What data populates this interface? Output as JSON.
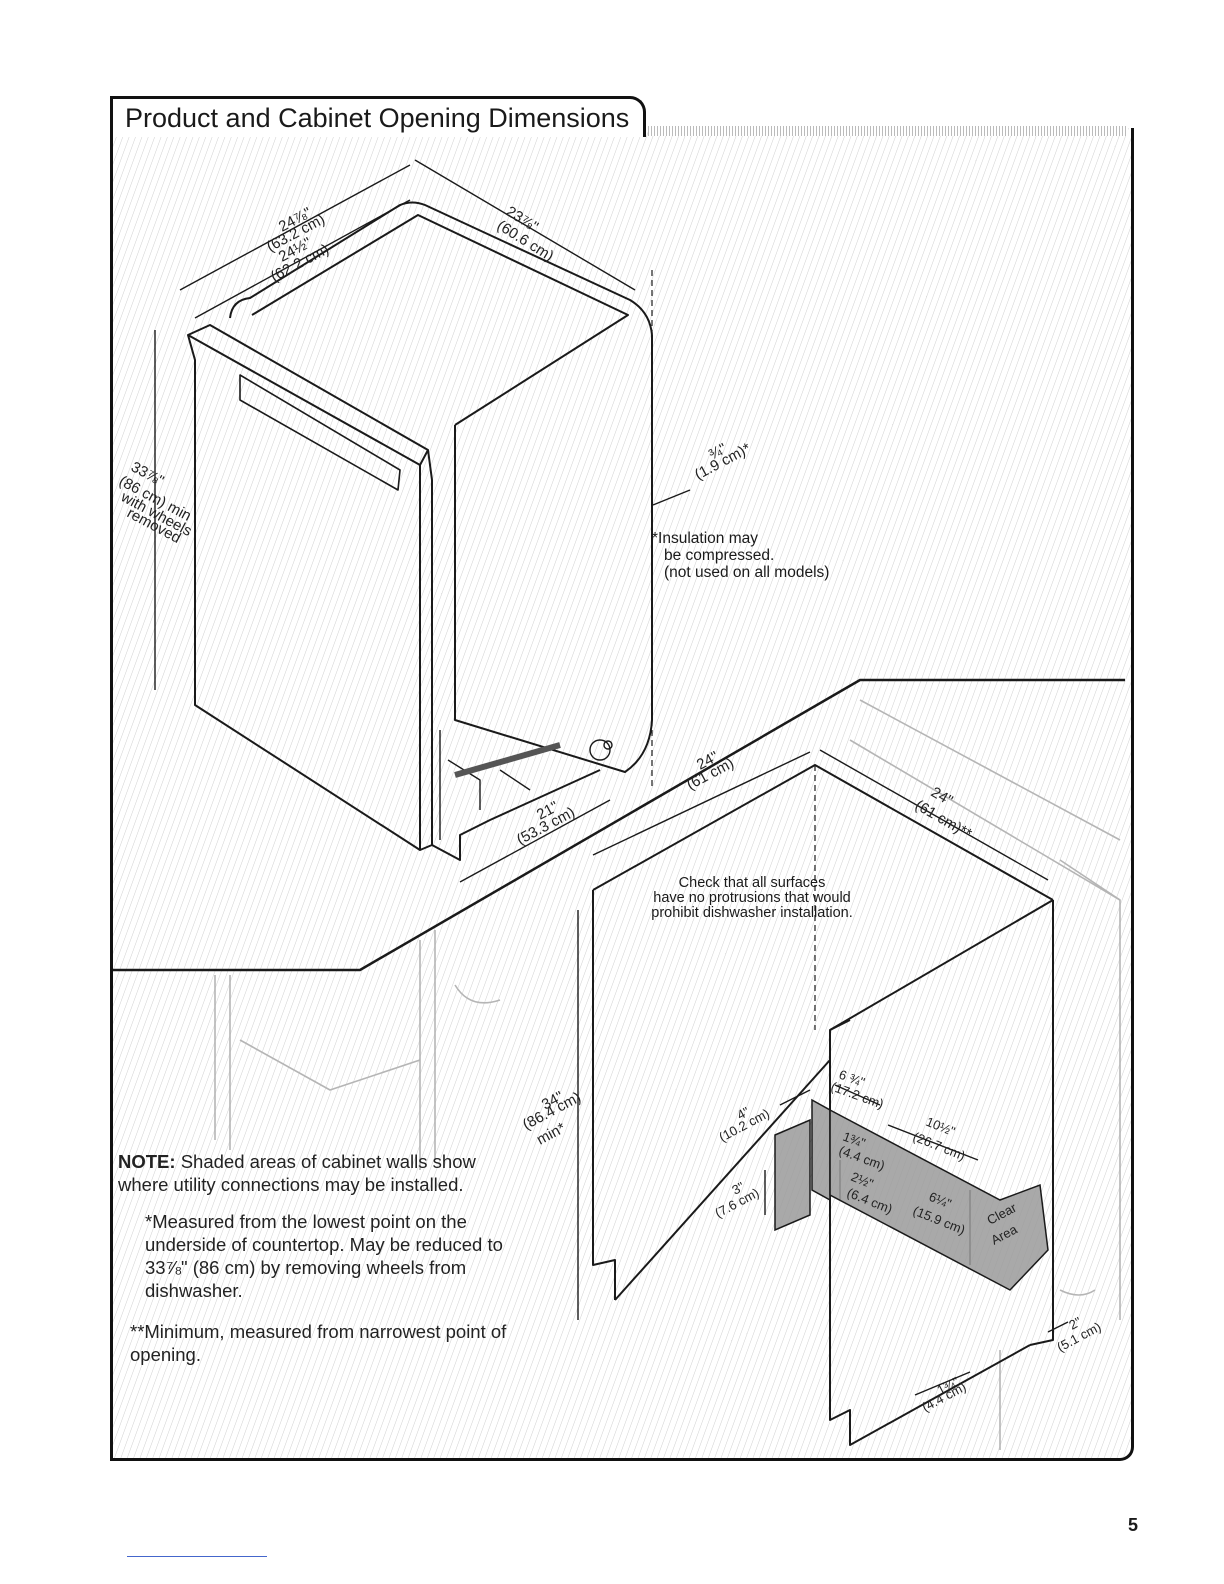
{
  "title": "Product and Cabinet Opening Dimensions",
  "page_number": "5",
  "dimensions": {
    "depth_outer": "24⅞\"",
    "depth_outer_cm": "(63.2 cm)",
    "depth_inner": "24½\"",
    "depth_inner_cm": "(62.2 cm)",
    "width_top": "23⅞\"",
    "width_top_cm": "(60.6 cm)",
    "height_a": "33⅞\"",
    "height_b": "(86 cm) min",
    "height_c": "with wheels",
    "height_d": "removed",
    "insulation": "¾\"",
    "insulation_cm": "(1.9 cm)*",
    "base_depth": "21\"",
    "base_depth_cm": "(53.3 cm)",
    "open_depth": "24\"",
    "open_depth_cm": "(61 cm)",
    "open_width": "24\"",
    "open_width_cm": "(61 cm)**",
    "open_height": "34\"",
    "open_height_cm": "(86.4 cm)",
    "open_height_min": "min*",
    "d_6_3_4": "6 ¾\"",
    "d_6_3_4_cm": "(17.2 cm)",
    "d_4": "4\"",
    "d_4_cm": "(10.2 cm)",
    "d_1_3_4": "1¾\"",
    "d_1_3_4_cm": "(4.4 cm)",
    "d_10_1_2": "10½\"",
    "d_10_1_2_cm": "(26.7 cm)",
    "d_3": "3\"",
    "d_3_cm": "(7.6 cm)",
    "d_2_1_2": "2½\"",
    "d_2_1_2_cm": "(6.4 cm)",
    "d_6_1_4": "6¼\"",
    "d_6_1_4_cm": "(15.9 cm)",
    "clear_area_1": "Clear",
    "clear_area_2": "Area",
    "d_2": "2\"",
    "d_2_cm": "(5.1 cm)",
    "d_1_3_4_b": "1¾\"",
    "d_1_3_4_b_cm": "(4.4 cm)"
  },
  "insulation_note": {
    "line1": "*Insulation may",
    "line2": "be compressed.",
    "line3": "(not used on all models)"
  },
  "check_note": {
    "line1": "Check that all surfaces",
    "line2": "have no protrusions that would",
    "line3": "prohibit dishwasher installation."
  },
  "notes": {
    "note_label": "NOTE:",
    "note_text": " Shaded areas of cabinet walls show where utility connections may be installed.",
    "asterisk_note": "*Measured from the lowest point on the underside of countertop. May be reduced to 33⅞\" (86 cm) by removing wheels from dishwasher.",
    "double_asterisk_note": "**Minimum, measured from narrowest point of opening."
  },
  "colors": {
    "line": "#1a1a1a",
    "shade": "#9a9a9a",
    "hatch": "#c8c8c8"
  }
}
